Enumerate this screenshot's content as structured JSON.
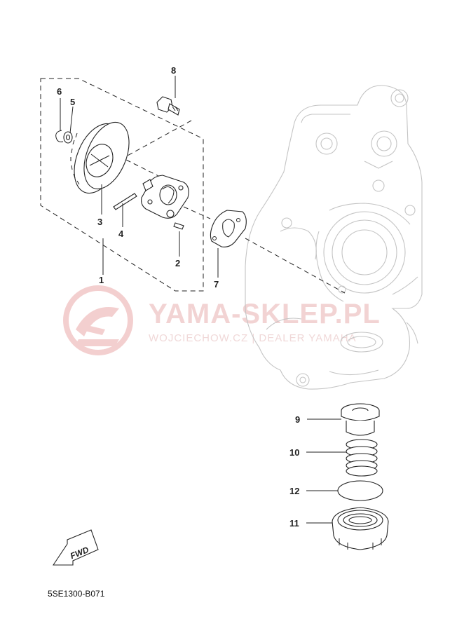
{
  "watermark": {
    "title": "YAMA-SKLEP.PL",
    "subtitle": "WOJCIECHOW.CZ | DEALER YAMAHA"
  },
  "callouts": [
    {
      "id": "1",
      "label": "1"
    },
    {
      "id": "2",
      "label": "2"
    },
    {
      "id": "3",
      "label": "3"
    },
    {
      "id": "4",
      "label": "4"
    },
    {
      "id": "5",
      "label": "5"
    },
    {
      "id": "6",
      "label": "6"
    },
    {
      "id": "7",
      "label": "7"
    },
    {
      "id": "8",
      "label": "8"
    },
    {
      "id": "9",
      "label": "9"
    },
    {
      "id": "10",
      "label": "10"
    },
    {
      "id": "11",
      "label": "11"
    },
    {
      "id": "12",
      "label": "12"
    }
  ],
  "fwd_label": "FWD",
  "diagram_code": "5SE1300-B071",
  "colors": {
    "watermark": "#e8a0a0",
    "line": "#222222",
    "case_outline": "#c4c4c4"
  }
}
